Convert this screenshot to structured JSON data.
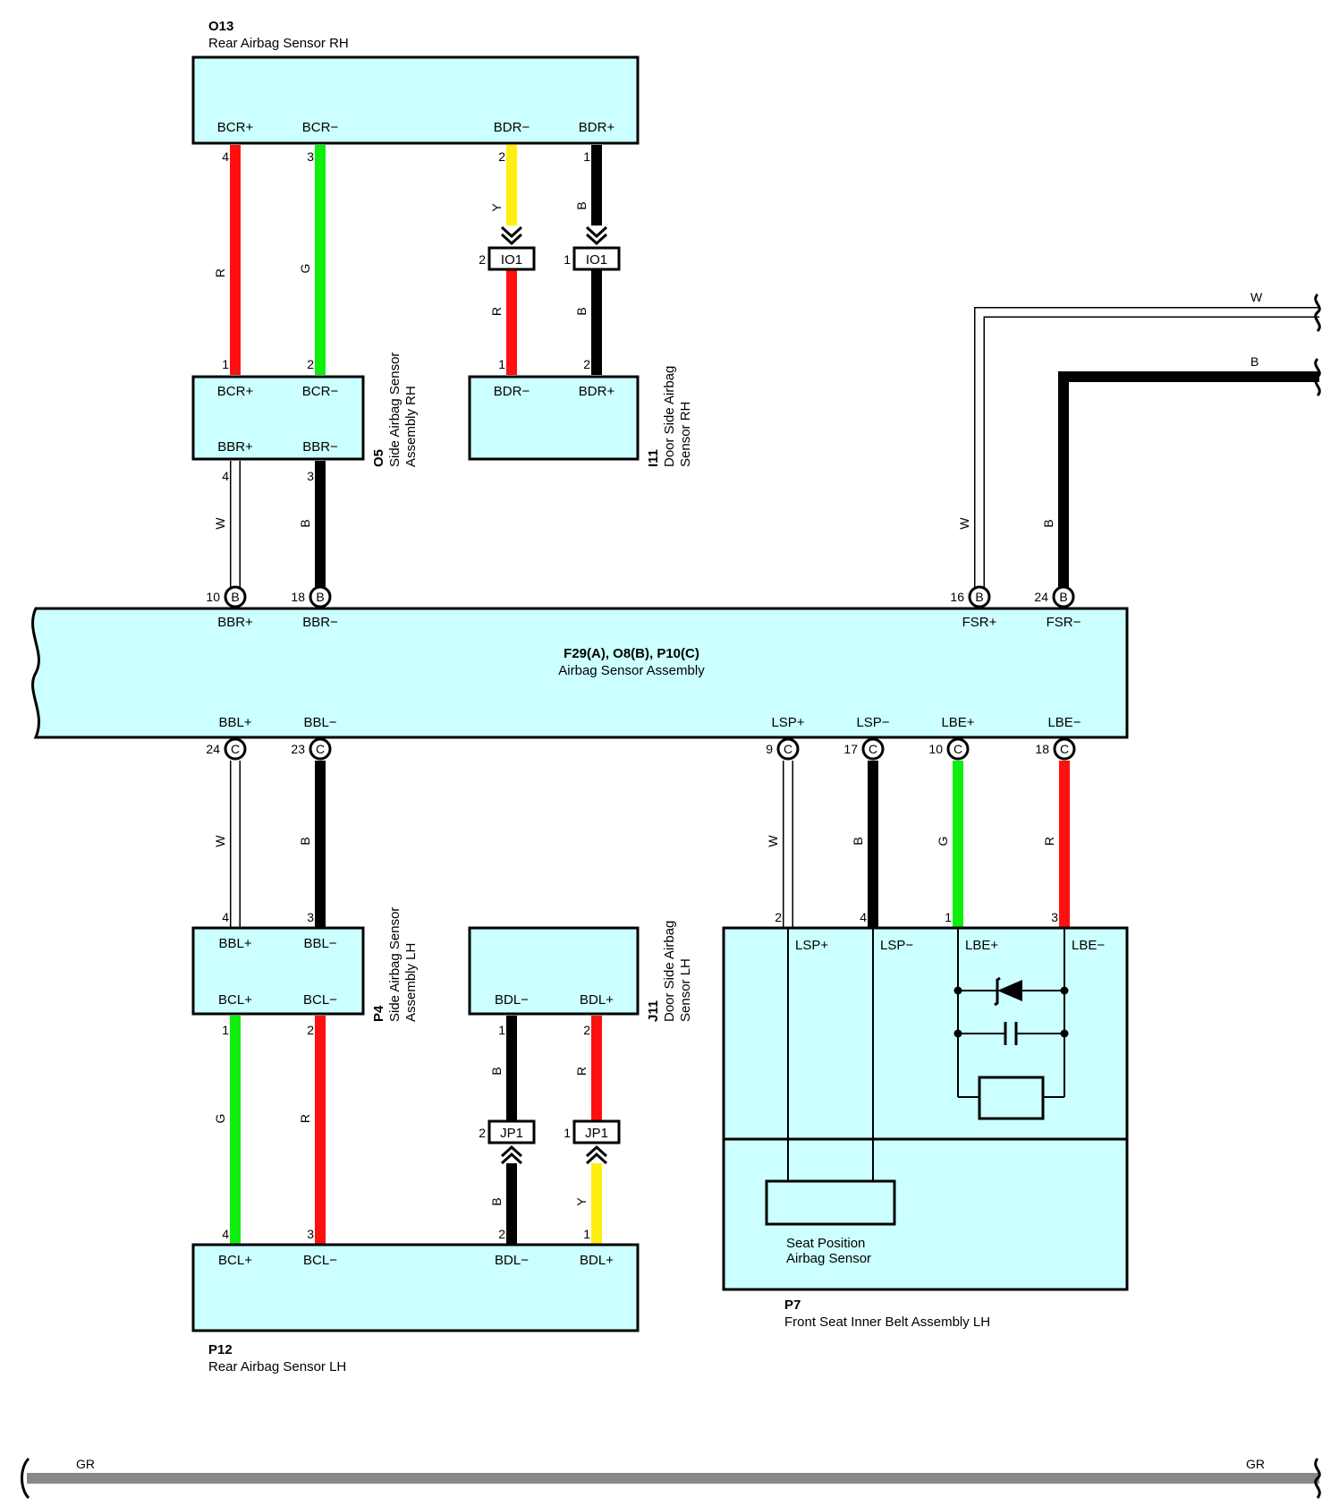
{
  "colors": {
    "component_fill": "#ccffff",
    "R": "#ff1010",
    "G": "#10ee10",
    "Y": "#ffee10",
    "B": "#000000",
    "W": "#ffffff",
    "GR": "#888888"
  },
  "components": {
    "o13": {
      "code": "O13",
      "name": "Rear Airbag Sensor RH",
      "pins": [
        "BCR+",
        "BCR−",
        "BDR−",
        "BDR+"
      ]
    },
    "o5": {
      "code": "O5",
      "name1": "Side Airbag Sensor",
      "name2": "Assembly RH",
      "pins": [
        "BCR+",
        "BCR−",
        "BBR+",
        "BBR−"
      ]
    },
    "i11": {
      "code": "I11",
      "name1": "Door Side Airbag",
      "name2": "Sensor RH",
      "pins": [
        "BDR−",
        "BDR+"
      ]
    },
    "main": {
      "code": "F29(A), O8(B), P10(C)",
      "name": "Airbag Sensor Assembly",
      "pins_top": [
        "BBR+",
        "BBR−",
        "FSR+",
        "FSR−"
      ],
      "pins_bottom": [
        "BBL+",
        "BBL−",
        "LSP+",
        "LSP−",
        "LBE+",
        "LBE−"
      ]
    },
    "p4": {
      "code": "P4",
      "name1": "Side Airbag Sensor",
      "name2": "Assembly LH",
      "pins": [
        "BBL+",
        "BBL−",
        "BCL+",
        "BCL−"
      ]
    },
    "j11": {
      "code": "J11",
      "name1": "Door Side Airbag",
      "name2": "Sensor LH",
      "pins": [
        "BDL−",
        "BDL+"
      ]
    },
    "p12": {
      "code": "P12",
      "name": "Rear Airbag Sensor LH",
      "pins": [
        "BCL+",
        "BCL−",
        "BDL−",
        "BDL+"
      ]
    },
    "p7": {
      "code": "P7",
      "name": "Front Seat Inner Belt Assembly LH",
      "pins": [
        "LSP+",
        "LSP−",
        "LBE+",
        "LBE−"
      ],
      "sub1": "Seat Position",
      "sub2": "Airbag Sensor"
    }
  },
  "connectors": {
    "io1": "IO1",
    "jp1": "JP1",
    "b": "B",
    "c": "C"
  },
  "wire_colors": [
    "R",
    "G",
    "Y",
    "B",
    "W",
    "GR"
  ],
  "pin_numbers": [
    "1",
    "2",
    "3",
    "4",
    "9",
    "10",
    "16",
    "17",
    "18",
    "23",
    "24"
  ]
}
